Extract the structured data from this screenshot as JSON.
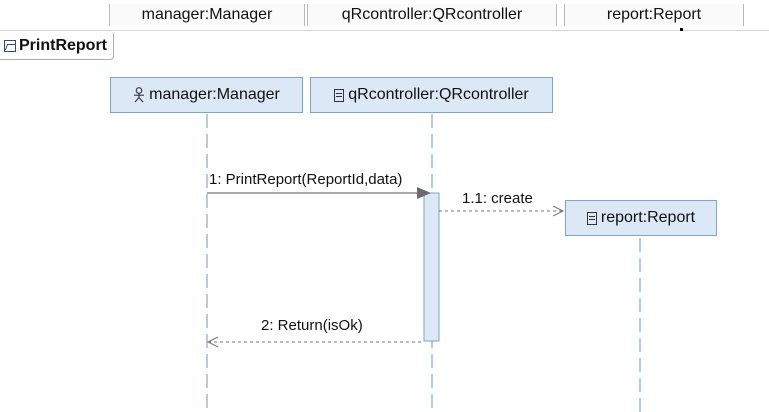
{
  "header": {
    "columns": [
      "manager:Manager",
      "qRcontroller:QRcontroller",
      "report:Report"
    ]
  },
  "frame": {
    "title": "PrintReport"
  },
  "lifelines": [
    {
      "label": "manager:Manager",
      "kind": "actor"
    },
    {
      "label": "qRcontroller:QRcontroller",
      "kind": "class"
    },
    {
      "label": "report:Report",
      "kind": "class"
    }
  ],
  "messages": [
    {
      "label": "1: PrintReport(ReportId,data)",
      "type": "synchronous"
    },
    {
      "label": "1.1: create",
      "type": "create"
    },
    {
      "label": "2: Return(isOk)",
      "type": "return"
    }
  ],
  "colors": {
    "lifeline_fill": "#dce8f5",
    "lifeline_border": "#7fa3c9",
    "dash_line": "#6d94c4",
    "arrow": "#555555"
  }
}
